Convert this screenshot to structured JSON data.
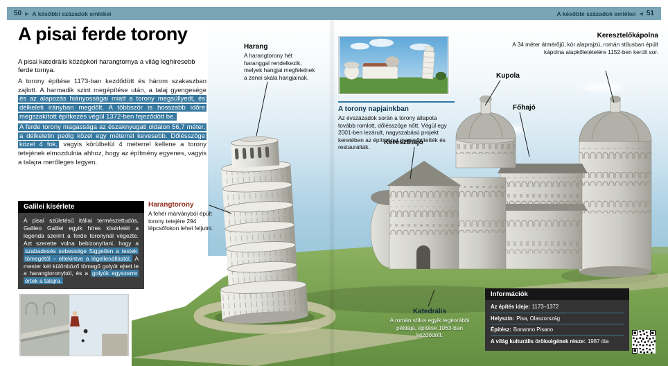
{
  "header": {
    "left_page": "50",
    "right_page": "51",
    "section": "A későbbi századok emlékei",
    "arrow_right": "▶",
    "arrow_left": "◀"
  },
  "article": {
    "title": "A pisai ferde torony",
    "intro": "A pisai katedrális középkori harangtornya a világ leghíresebb ferde tornya.",
    "para1_segments": [
      {
        "t": "A torony építése 1173-ban kezdődött és három szakaszban zajlott. A harmadik szint megépítése után, a talaj gyengesége ",
        "h": false
      },
      {
        "t": "és az alapozás hiányosságai miatt a torony megsüllyedt, és délkeleti irányban megdőlt. A többször is hosszabb időre megszakított építkezés végül 1372-ben fejeződött be.",
        "h": true
      }
    ],
    "para2_segments": [
      {
        "t": "A ferde torony magassága az északnyugati oldalon 56,7 méter, a délkeletin pedig közel egy méterrel kevesebb. Dőlésszöge közel 4 fok,",
        "h": true
      },
      {
        "t": " vagyis körülbelül 4 méterrel kellene a torony tetejének elmozdulnia ahhoz, hogy az építmény egyenes, vagyis a talajra merőleges legyen.",
        "h": false
      }
    ]
  },
  "galilei": {
    "title": "Galilei kísérlete",
    "segments": [
      {
        "t": "A pisai születésű itáliai természettudós, Galileo Galilei egyik híres kísérletét a legenda szerint a ferde toronynál végezte. Azt szerette volna bebizonyítani, hogy a ",
        "h": false
      },
      {
        "t": "szabadesés sebessége független a testek tömegétől – eltekintve a légellenállástól.",
        "h": true
      },
      {
        "t": " A mester két különböző tömegű golyót ejtett le a harangtoronyból, és a ",
        "h": false
      },
      {
        "t": "golyók egyszerre értek a talajra.",
        "h": true
      }
    ]
  },
  "annotations": {
    "harang": {
      "title": "Harang",
      "body": "A harangtorony hét haranggal rendelkezik, melyek hangjai megfelelnek a zenei skála hangjainak."
    },
    "harangtorony": {
      "title": "Harangtorony",
      "body": "A fehér márványból épült torony tetejére 294 lépcsőfokon lehet feljutni."
    },
    "napjainkban": {
      "title": "A torony napjainkban",
      "body": "Az évszázadok során a torony állapota tovább romlott, dőlésszöge nőtt. Végül egy 2001-ben lezárult, nagyszabású projekt keretében az építményt megerősítették és restaurálták."
    },
    "keresztelokapolna": {
      "title": "Keresztelőkápolna",
      "body": "A 34 méter átmérőjű, kör alaprajzú, román stílusban épült kápolna alapkőletételére 1152-ben került sor."
    },
    "kupola": {
      "title": "Kupola"
    },
    "fohajo": {
      "title": "Főhajó"
    },
    "kereszthajo": {
      "title": "Kereszthajó"
    },
    "katedralis": {
      "title": "Katedrális",
      "body": "A román stílus egyik legkorábbi példája, építése 1063-ban kezdődött."
    }
  },
  "info": {
    "title": "Információk",
    "rows": [
      {
        "label": "Az építés ideje:",
        "value": "1173–1372"
      },
      {
        "label": "Helyszín:",
        "value": "Pisa, Olaszország"
      },
      {
        "label": "Építész:",
        "value": "Bonanno Pisano"
      },
      {
        "label": "A világ kulturális örökségének része:",
        "value": "1987 óta"
      }
    ]
  },
  "colors": {
    "header_bar": "#79a5b5",
    "highlight": "#36789f",
    "accent_red": "#8f2f1f",
    "accent_blue": "#2f76a3",
    "grass": "#7aa351",
    "sky": "#9dc7dd"
  }
}
